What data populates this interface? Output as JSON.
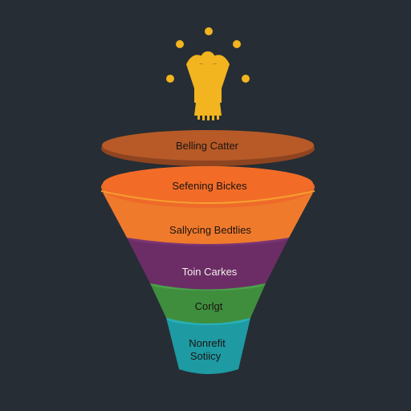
{
  "diagram": {
    "type": "funnel",
    "top_icon": "person-with-ideas-icon",
    "colors": {
      "background": "#262d34",
      "icon": "#f2b41f",
      "stage_1": "#b75a27",
      "stage_2": "#f06a2a",
      "stage_3": "#f07a2c",
      "stage_4": "#6c2d66",
      "stage_5": "#3f8e3e",
      "stage_6": "#1e9aa3"
    },
    "stages": [
      {
        "label": "Belling Catter"
      },
      {
        "label": "Sefening Bickes"
      },
      {
        "label": "Sallycing Bedtlies"
      },
      {
        "label": "Toin Carkes"
      },
      {
        "label": "Corlgt"
      },
      {
        "label_line1": "Nonrefit",
        "label_line2": "Sotiicy"
      }
    ]
  }
}
